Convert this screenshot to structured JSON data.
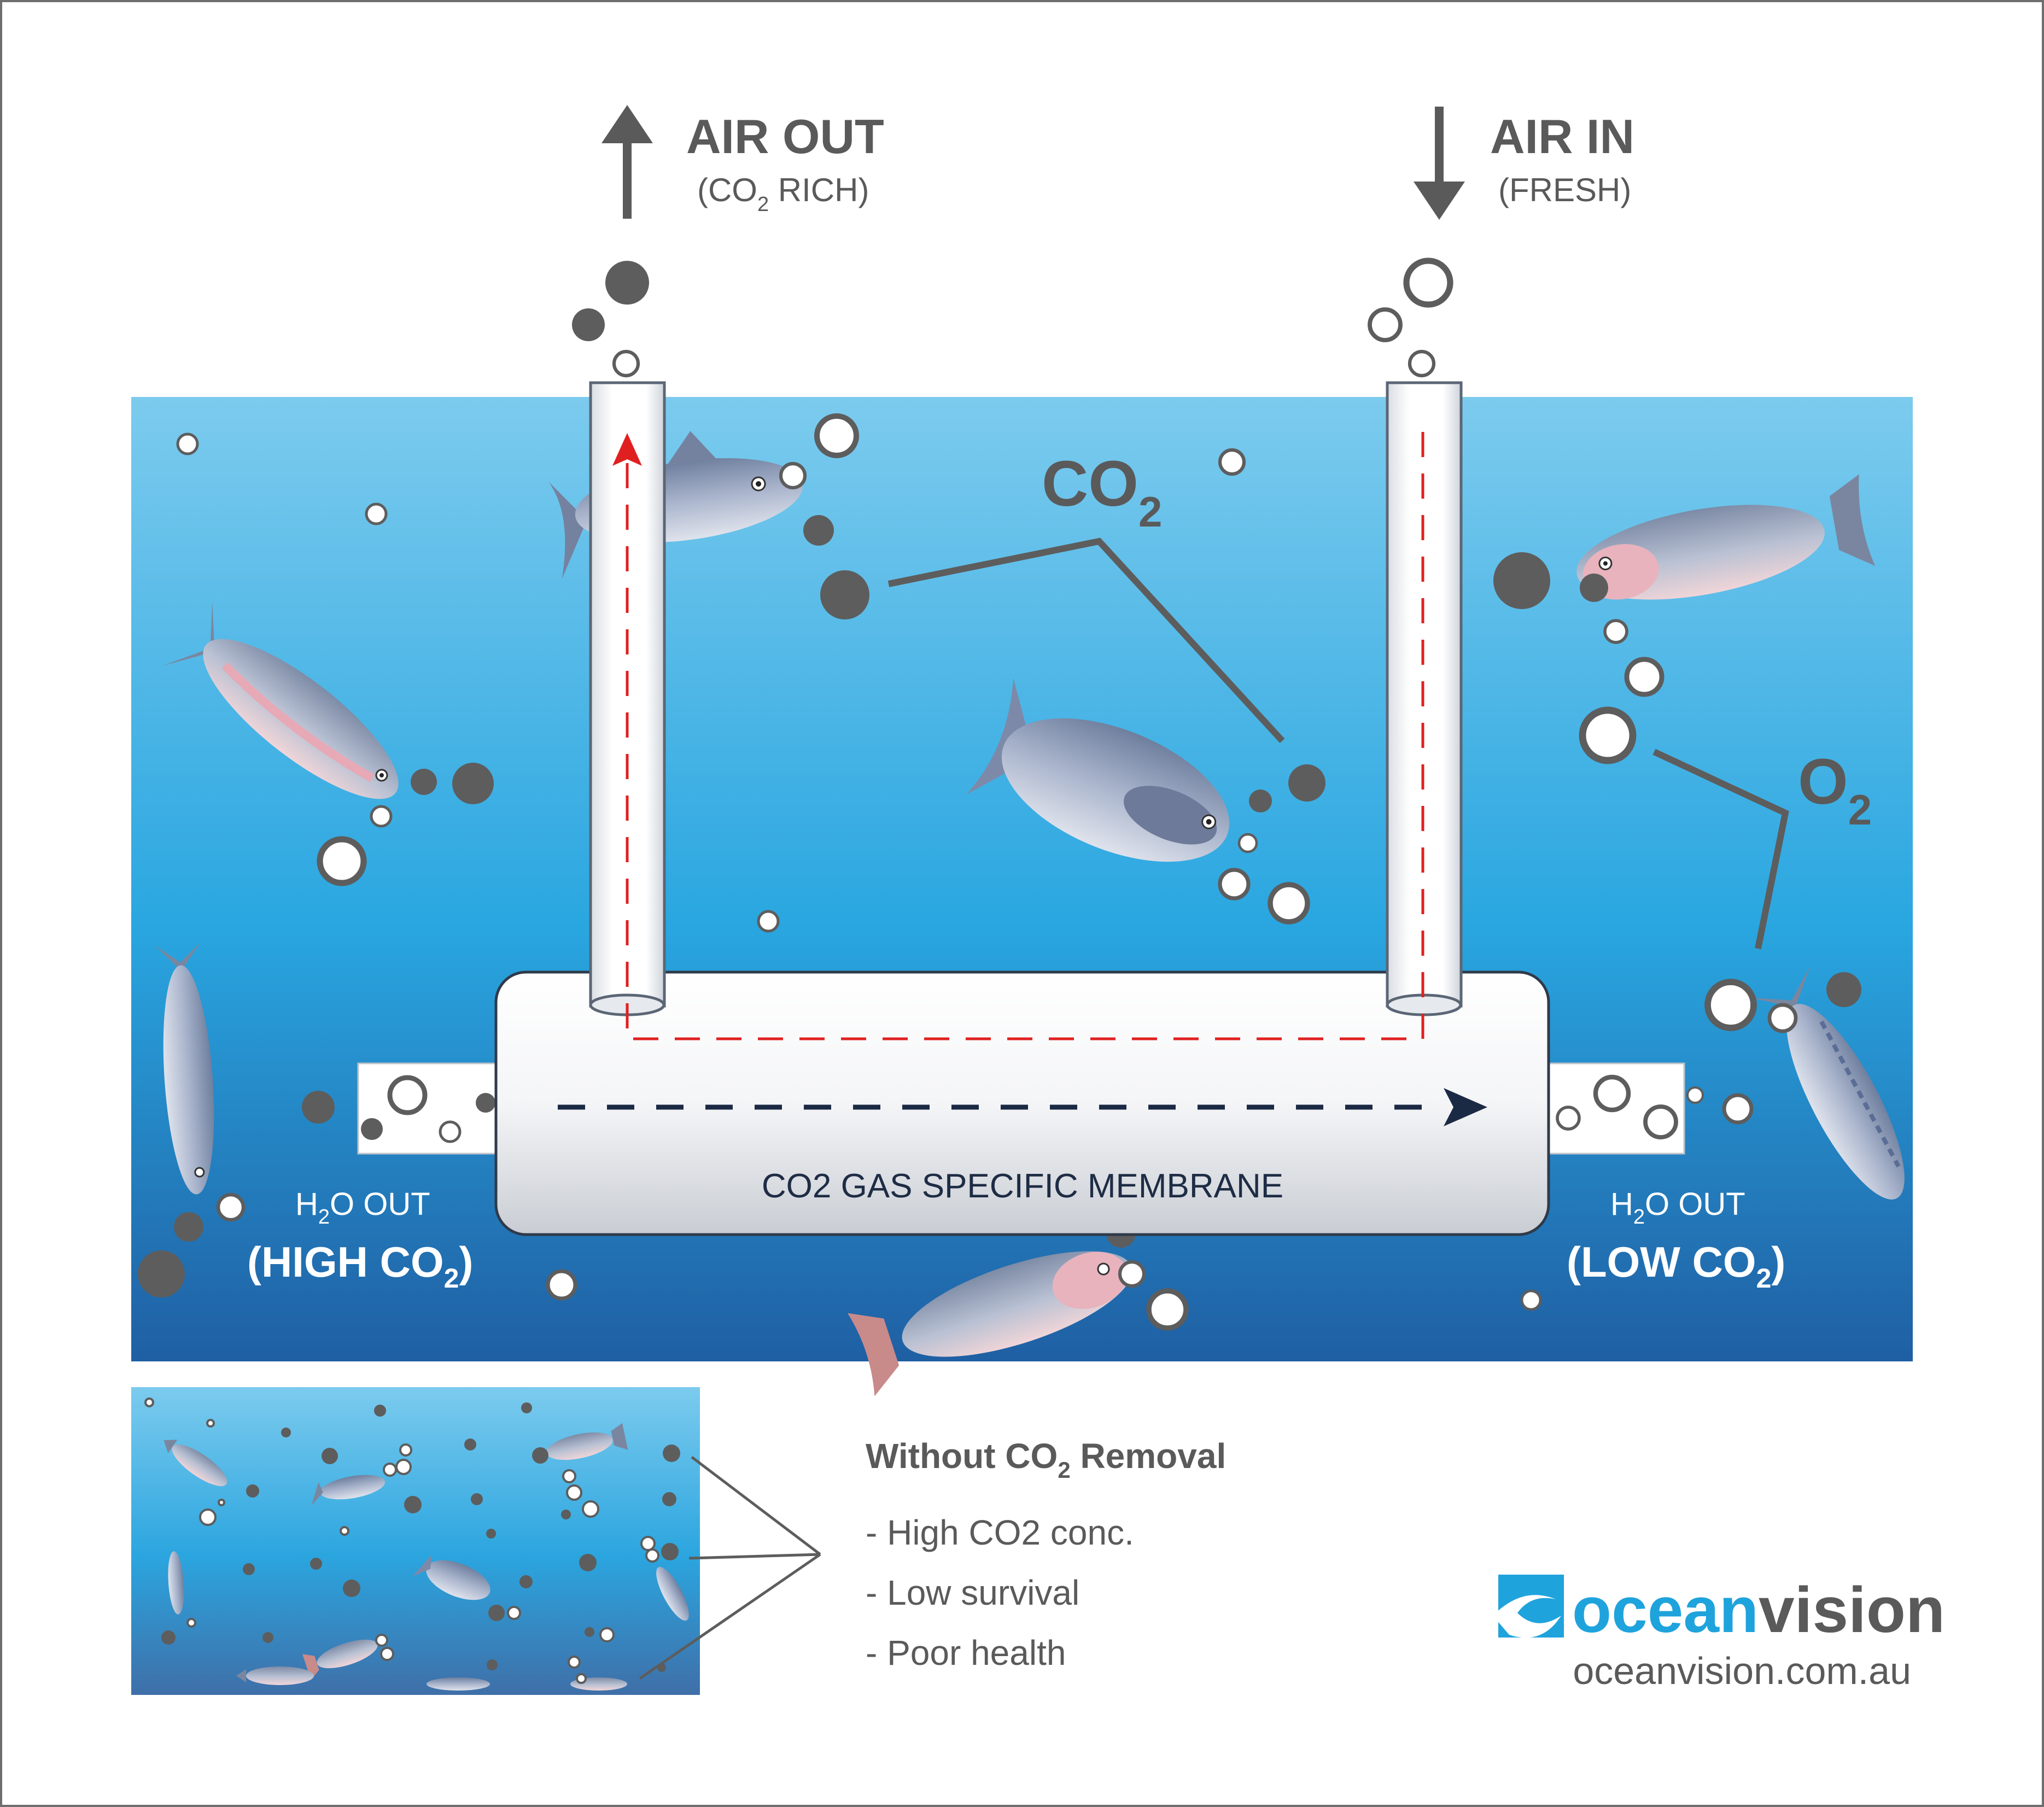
{
  "labels": {
    "air_out": "AIR OUT",
    "air_out_sub_pre": "(CO",
    "air_out_sub_sub": "2",
    "air_out_sub_post": " RICH)",
    "air_in": "AIR IN",
    "air_in_sub": "(FRESH)",
    "co2": "CO",
    "co2_sub": "2",
    "o2": "O",
    "o2_sub": "2",
    "h2o_left_pre": "H",
    "h2o_left_sub": "2",
    "h2o_left_post": "O OUT",
    "high_co2_pre": "(HIGH CO",
    "high_co2_sub": "2",
    "high_co2_post": ")",
    "h2o_right_pre": "H",
    "h2o_right_sub": "2",
    "h2o_right_post": "O OUT",
    "low_co2_pre": "(LOW CO",
    "low_co2_sub": "2",
    "low_co2_post": ")",
    "membrane": "CO2 GAS SPECIFIC MEMBRANE"
  },
  "inset": {
    "title_pre": "Without CO",
    "title_sub": "2",
    "title_post": " Removal",
    "items": [
      "- High CO2 conc.",
      "- Low survival",
      "- Poor health"
    ]
  },
  "brand": {
    "logo_ocean": "ocean",
    "logo_vision": "vision",
    "url": "oceanvision.com.au"
  },
  "colors": {
    "water_top": "#7ccbee",
    "water_mid": "#2aa6e0",
    "water_bottom": "#1f5fa3",
    "bubble_dark": "#5d5d5d",
    "bubble_ring": "#5d5d5d",
    "flow_air": "#e02020",
    "flow_water": "#1b2a44",
    "brand_blue": "#1fa3dc",
    "text_gray": "#5a5a5a"
  }
}
